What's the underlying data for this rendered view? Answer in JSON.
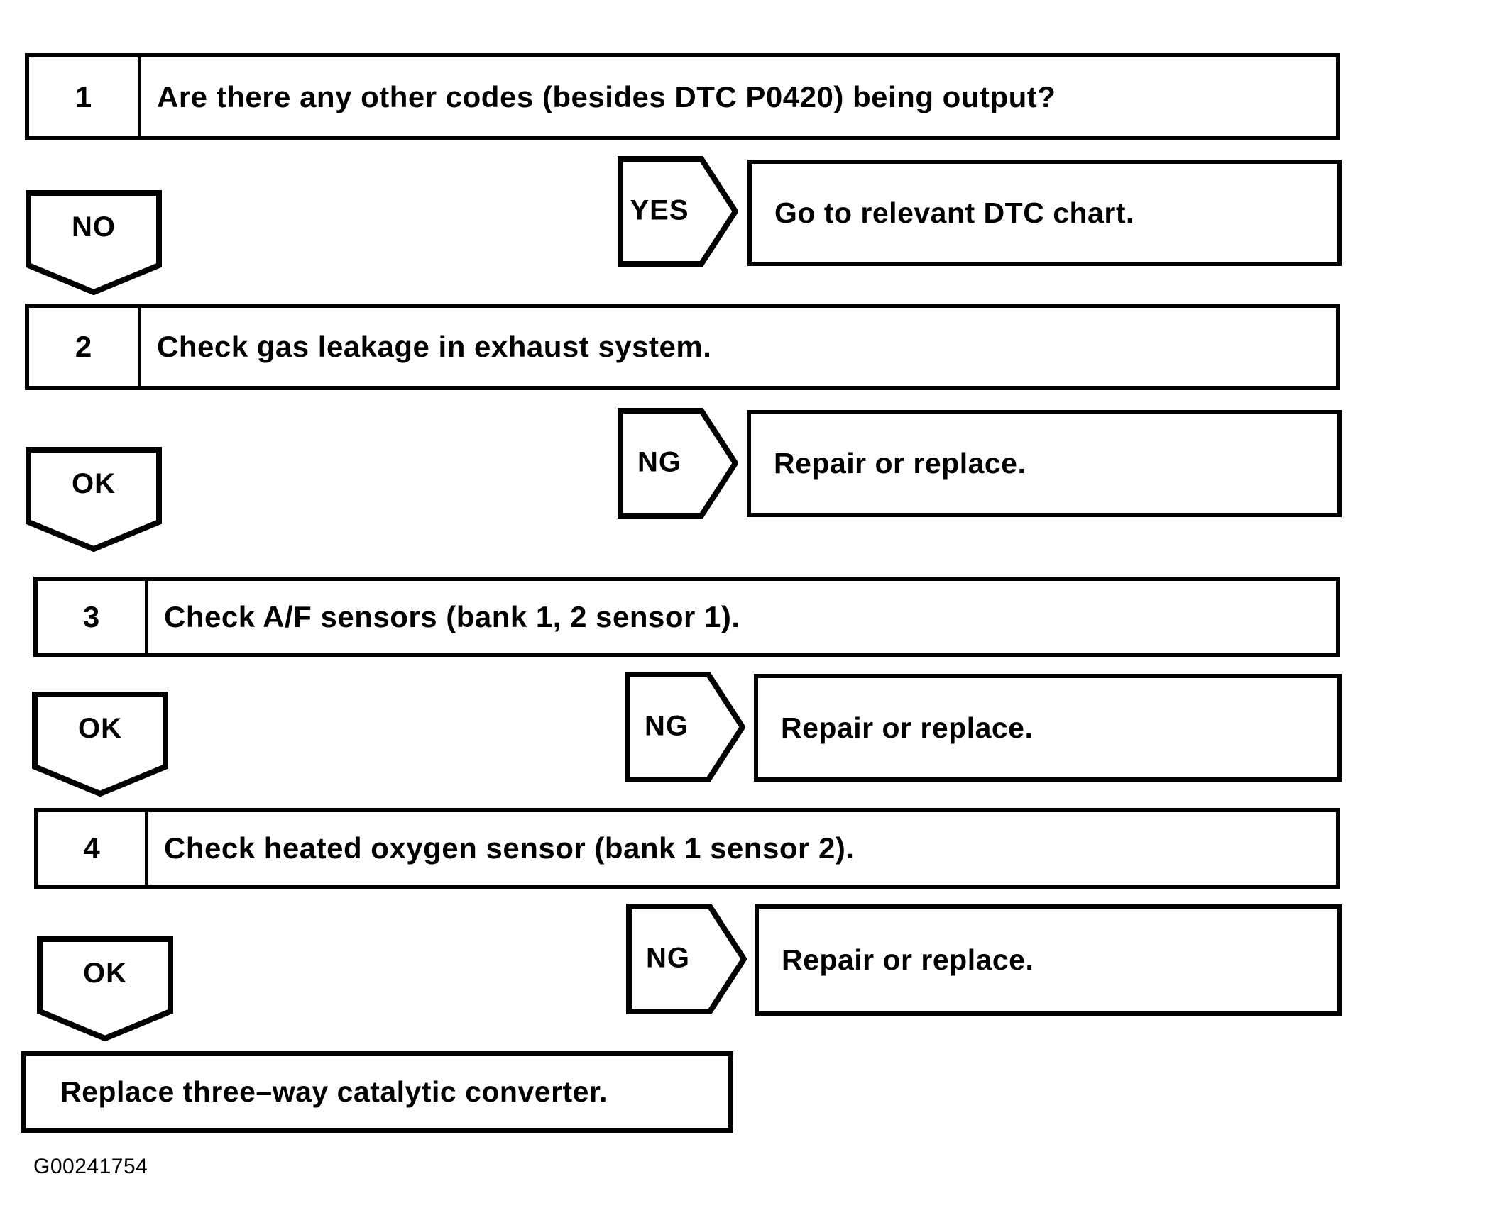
{
  "figure_id": "G00241754",
  "colors": {
    "line": "#000000",
    "background": "#ffffff"
  },
  "chart_type": "flowchart",
  "steps": [
    {
      "number": "1",
      "text": "Are there any other codes (besides DTC P0420) being output?",
      "branch_label": "YES",
      "branch_result": "Go to relevant DTC chart.",
      "continue_label": "NO"
    },
    {
      "number": "2",
      "text": "Check gas leakage in exhaust system.",
      "branch_label": "NG",
      "branch_result": "Repair or replace.",
      "continue_label": "OK"
    },
    {
      "number": "3",
      "text": "Check A/F sensors (bank 1, 2 sensor 1).",
      "branch_label": "NG",
      "branch_result": "Repair or replace.",
      "continue_label": "OK"
    },
    {
      "number": "4",
      "text": "Check heated oxygen sensor (bank 1 sensor 2).",
      "branch_label": "NG",
      "branch_result": "Repair or replace.",
      "continue_label": "OK"
    }
  ],
  "final_action": "Replace three–way catalytic converter."
}
